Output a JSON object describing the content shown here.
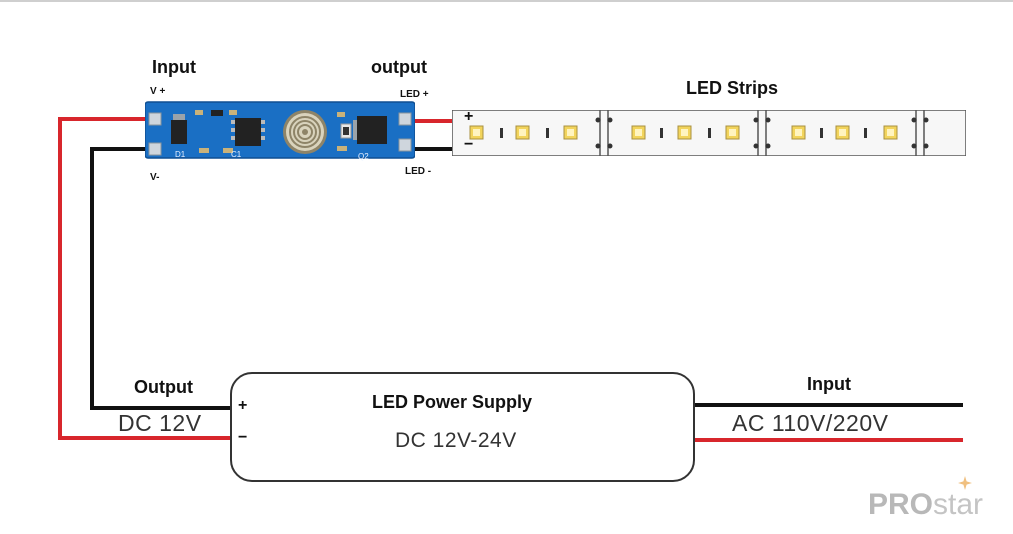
{
  "controller": {
    "input_title": "Input",
    "output_title": "output",
    "v_plus": "V +",
    "v_minus": "V-",
    "led_plus": "LED +",
    "led_minus": "LED -",
    "pcb_marks": [
      "D1",
      "C1",
      "Q2"
    ]
  },
  "strip": {
    "title": "LED Strips",
    "plus": "+",
    "minus": "−"
  },
  "power_supply": {
    "title": "LED Power Supply",
    "range": "DC 12V-24V",
    "plus": "+",
    "minus": "−"
  },
  "output_side": {
    "title": "Output",
    "voltage": "DC 12V"
  },
  "input_side": {
    "title": "Input",
    "voltage": "AC 110V/220V"
  },
  "brand": {
    "bold": "PRO",
    "light": "star"
  },
  "colors": {
    "red_wire": "#d8262c",
    "black_wire": "#111111",
    "pcb": "#1a6fc4",
    "strip": "#f7f7f7",
    "led": "#f2d45c"
  }
}
